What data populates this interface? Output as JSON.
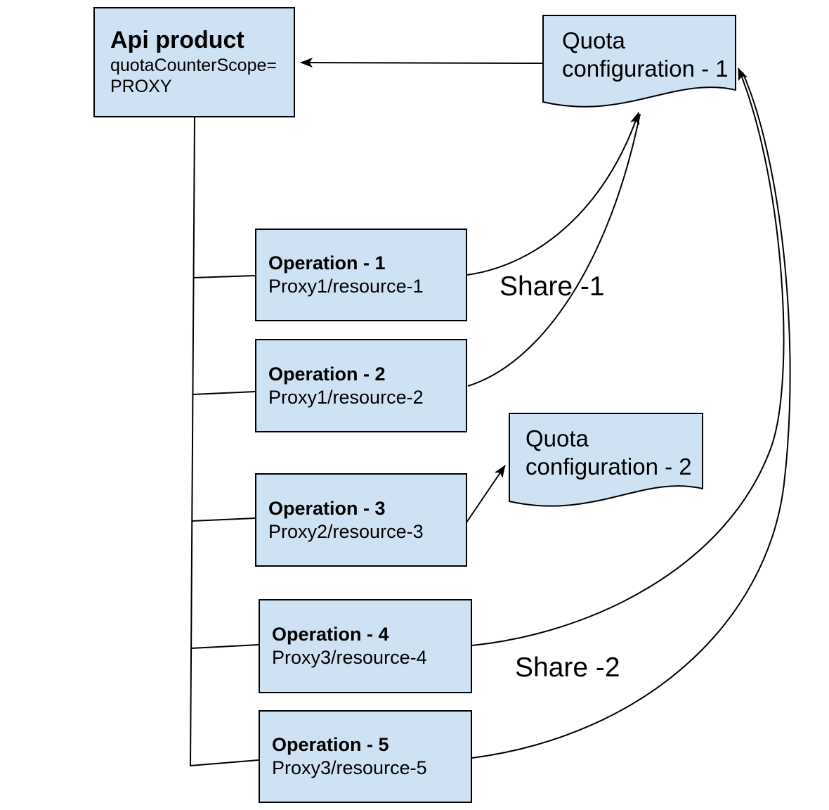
{
  "diagram": {
    "colors": {
      "box_fill": "#cfe2f3",
      "box_border": "#000000",
      "line": "#000000"
    },
    "api_product": {
      "title": "Api product",
      "scope_line1": "quotaCounterScope=",
      "scope_line2": "PROXY"
    },
    "quota_config_1": {
      "line1": "Quota",
      "line2": "configuration - 1"
    },
    "quota_config_2": {
      "line1": "Quota",
      "line2": "configuration - 2"
    },
    "operations": [
      {
        "title": "Operation - 1",
        "resource": "Proxy1/resource-1"
      },
      {
        "title": "Operation - 2",
        "resource": "Proxy1/resource-2"
      },
      {
        "title": "Operation - 3",
        "resource": "Proxy2/resource-3"
      },
      {
        "title": "Operation - 4",
        "resource": "Proxy3/resource-4"
      },
      {
        "title": "Operation - 5",
        "resource": "Proxy3/resource-5"
      }
    ],
    "labels": {
      "share1": "Share -1",
      "share2": "Share -2"
    }
  }
}
